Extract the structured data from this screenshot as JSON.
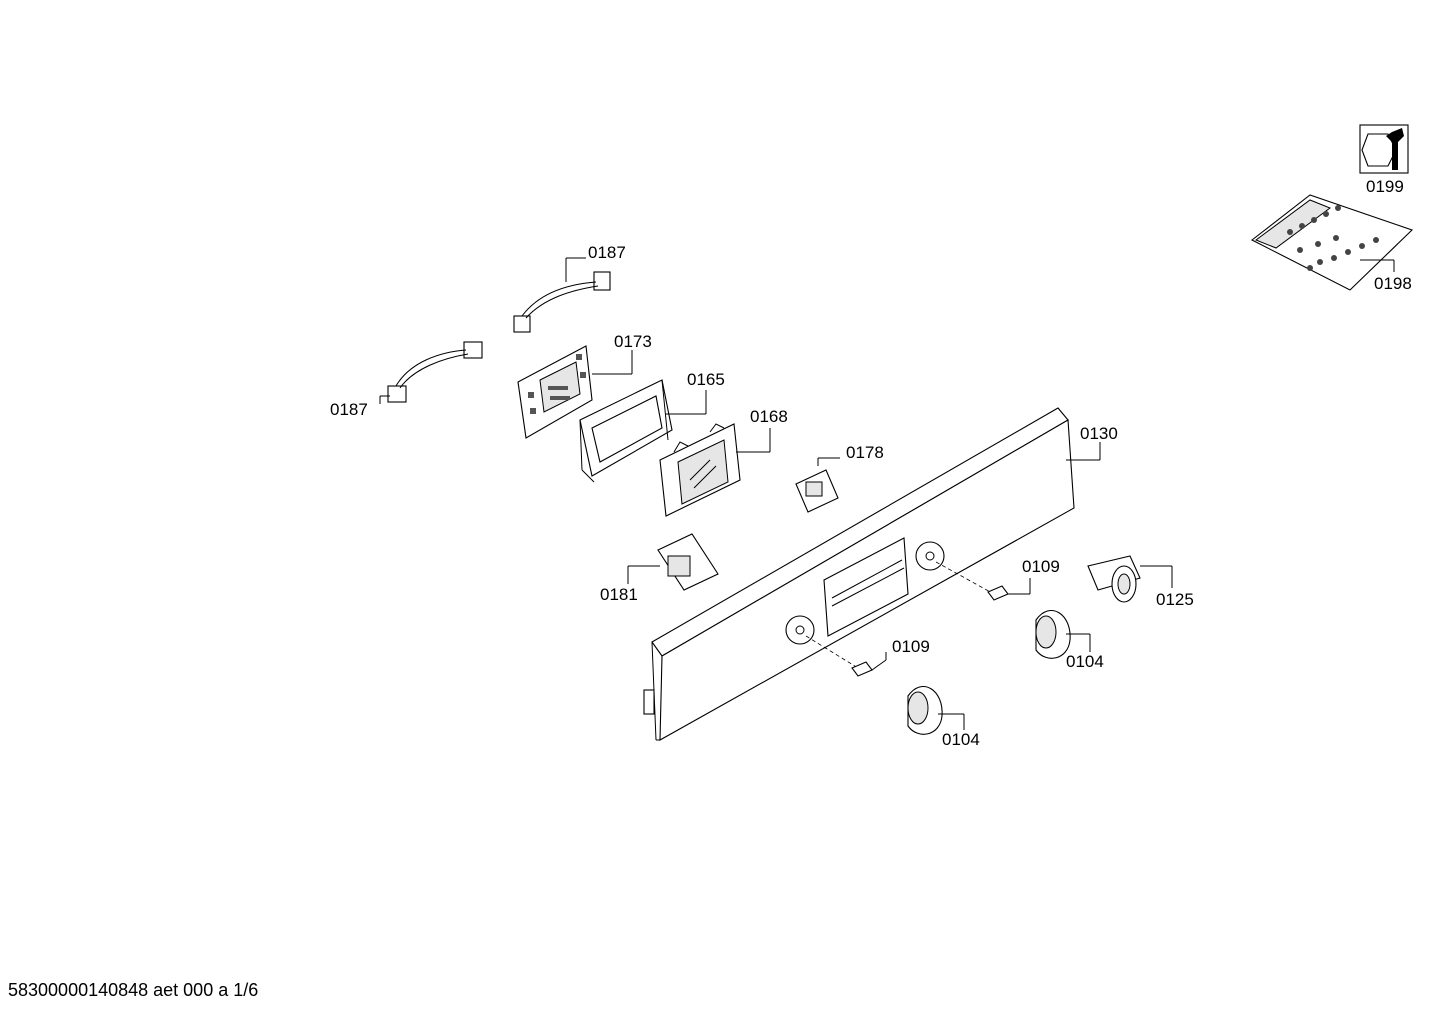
{
  "diagram": {
    "labels": {
      "p0199": "0199",
      "p0198": "0198",
      "p0187a": "0187",
      "p0187b": "0187",
      "p0173": "0173",
      "p0165": "0165",
      "p0168": "0168",
      "p0178": "0178",
      "p0130": "0130",
      "p0109a": "0109",
      "p0109b": "0109",
      "p0125": "0125",
      "p0181": "0181",
      "p0104a": "0104",
      "p0104b": "0104"
    },
    "footer": "58300000140848 aet 000 a 1/6"
  }
}
